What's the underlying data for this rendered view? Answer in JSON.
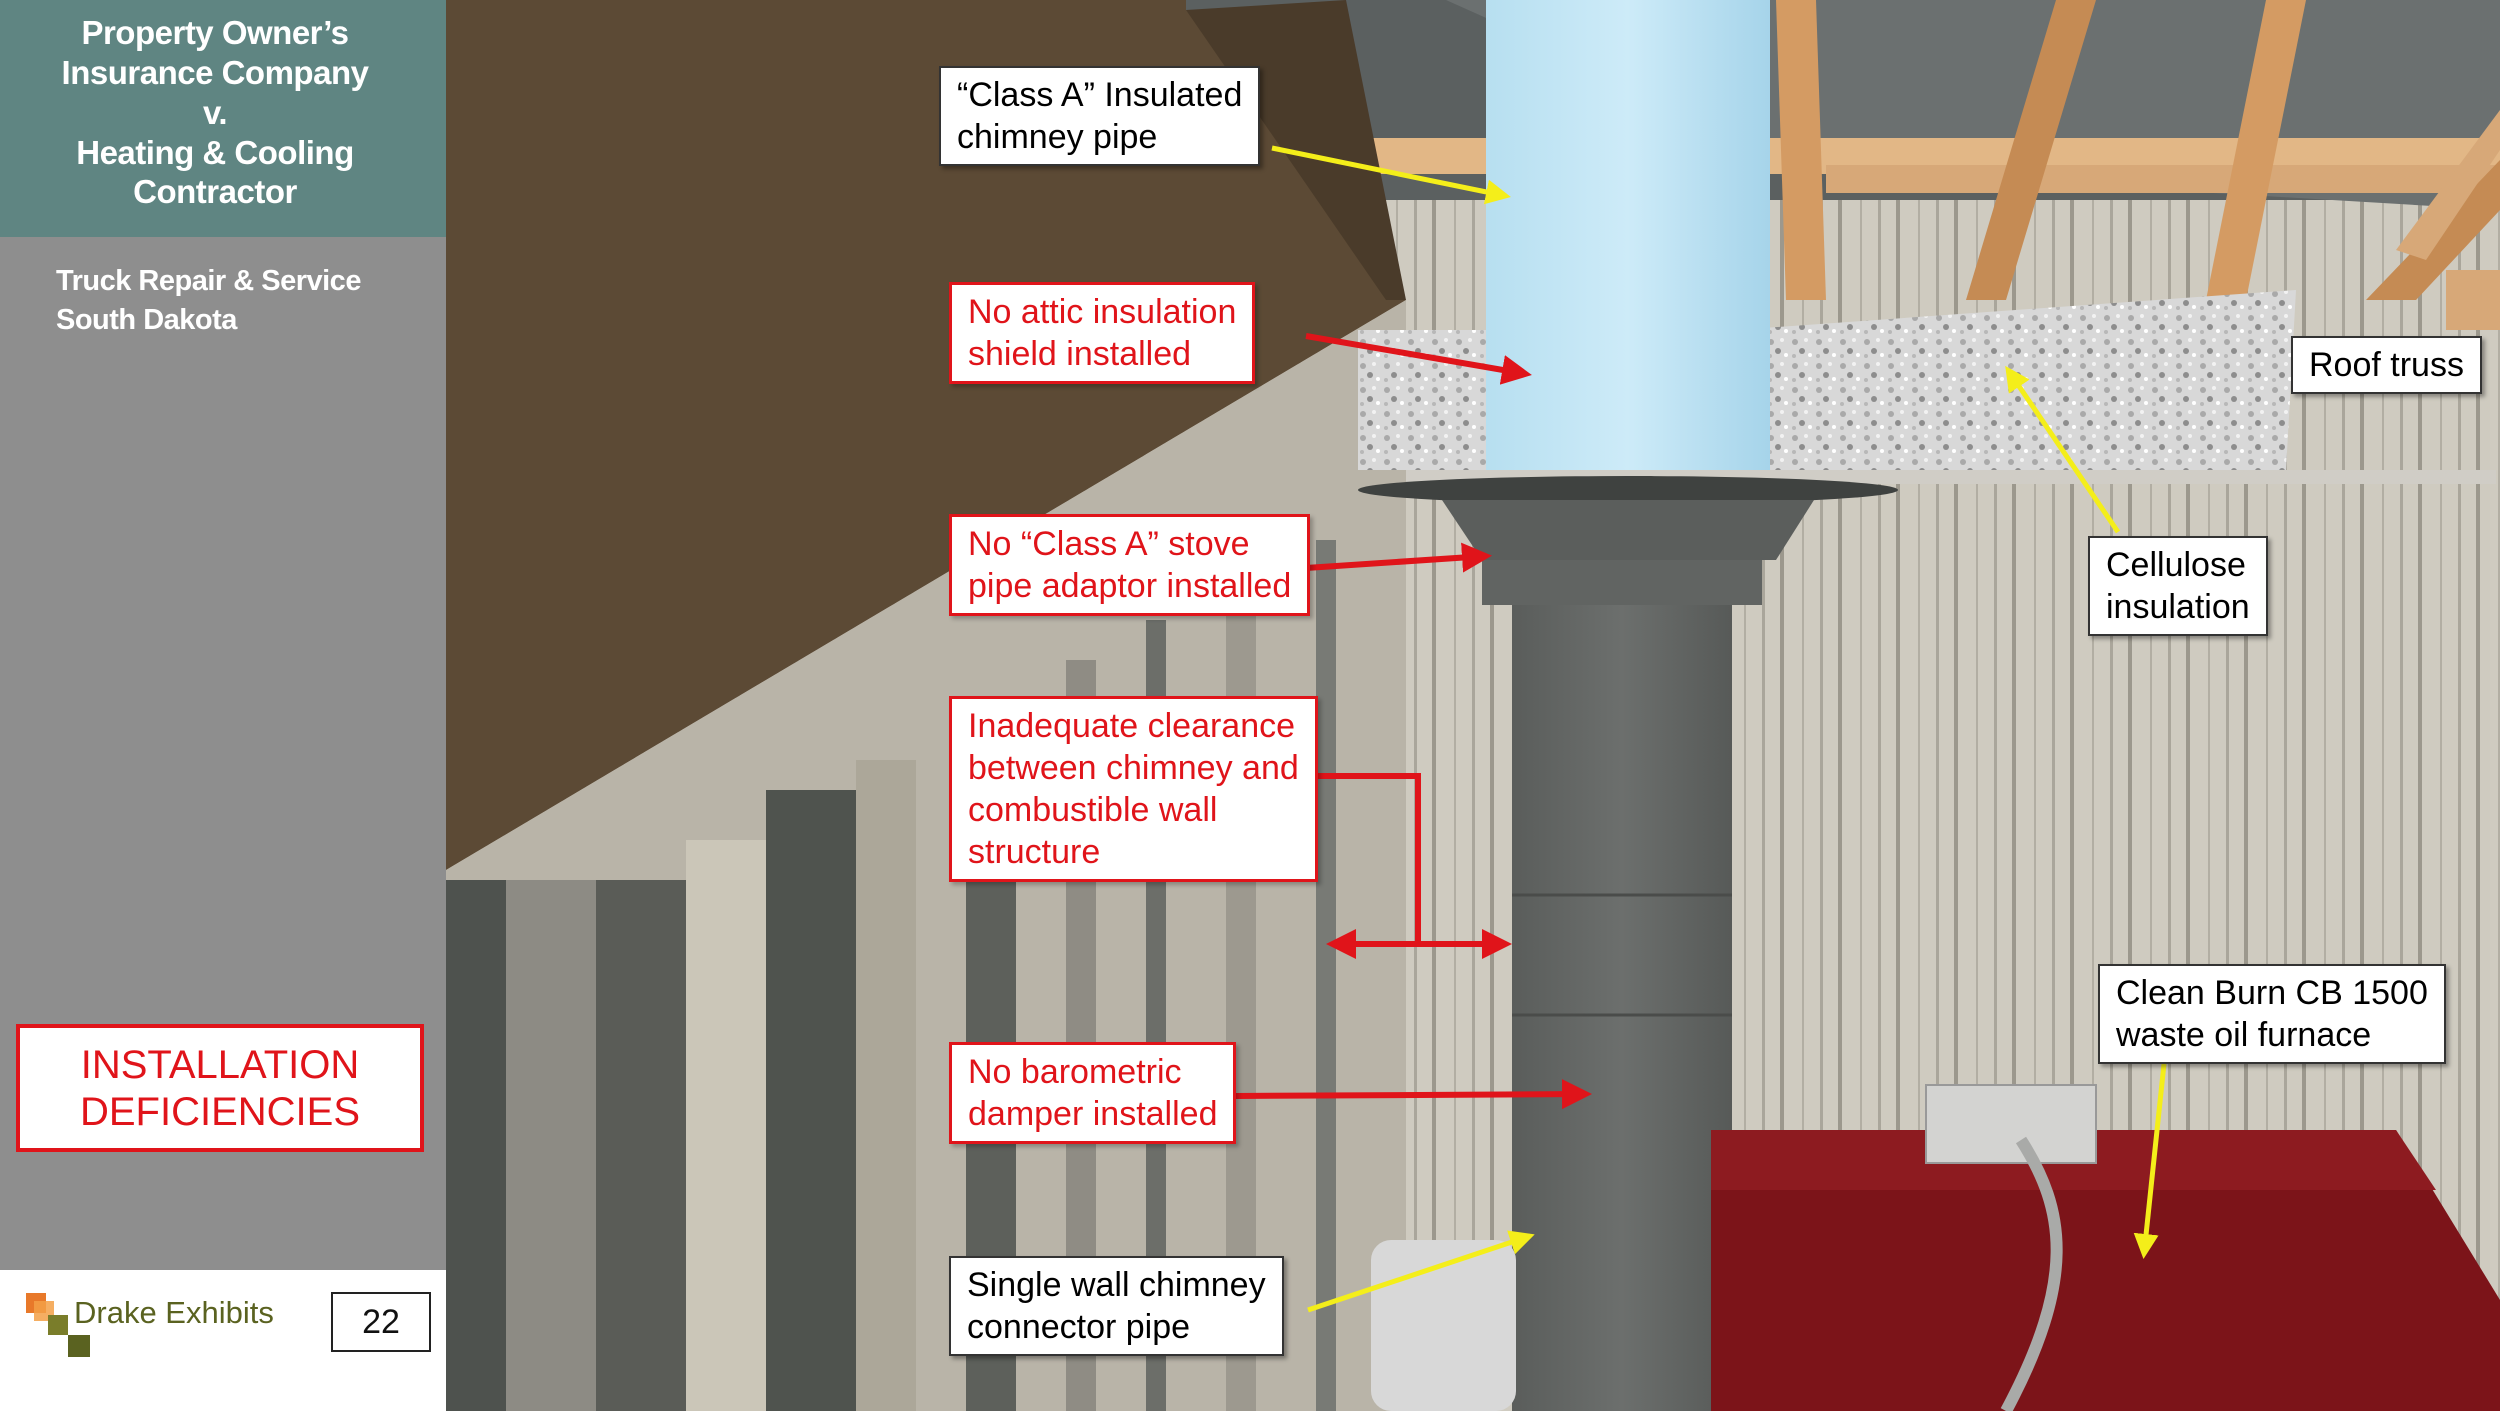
{
  "case": {
    "title_lines": [
      "Property Owner’s",
      "Insurance Company",
      "v.",
      "Heating & Cooling",
      "Contractor"
    ],
    "location_lines": [
      "Truck Repair & Service",
      "South Dakota"
    ]
  },
  "section": {
    "lines": [
      "INSTALLATION",
      "DEFICIENCIES"
    ]
  },
  "footer": {
    "brand": "Drake Exhibits",
    "page_number": "22"
  },
  "callouts": {
    "class_a_pipe": [
      "“Class A” Insulated",
      "chimney pipe"
    ],
    "attic_shield": [
      "No attic insulation",
      "shield installed"
    ],
    "stove_adaptor": [
      "No “Class A” stove",
      "pipe adaptor installed"
    ],
    "clearance": [
      "Inadequate clearance",
      "between chimney and",
      "combustible wall",
      "structure"
    ],
    "barometric_damper": [
      "No barometric",
      "damper installed"
    ],
    "connector_pipe": [
      "Single wall chimney",
      "connector pipe"
    ],
    "roof_truss": [
      "Roof truss"
    ],
    "cellulose": [
      "Cellulose",
      "insulation"
    ],
    "furnace": [
      "Clean Burn CB 1500",
      "waste oil furnace"
    ]
  },
  "colors": {
    "header_teal": "#5f8582",
    "sidebar_gray": "#8e8e8e",
    "deficiency_red": "#e0141a",
    "leader_yellow": "#f4ee1a",
    "brand_olive": "#5a6220"
  },
  "icons": {
    "logo": "drake-logo-squares-icon"
  }
}
